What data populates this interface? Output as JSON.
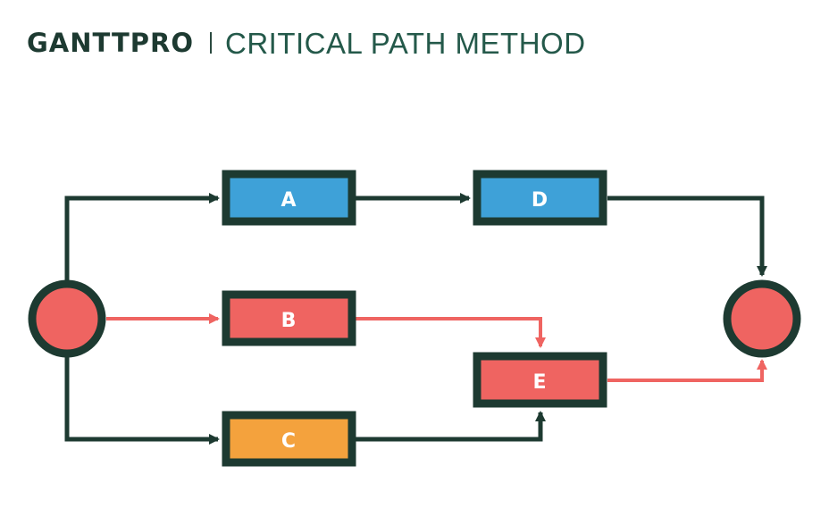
{
  "header": {
    "brand": "GANTTPRO",
    "title": "CRITICAL PATH METHOD"
  },
  "diagram": {
    "nodes": [
      {
        "id": "A",
        "label": "A",
        "color": "#3ea1d8"
      },
      {
        "id": "B",
        "label": "B",
        "color": "#ef6461"
      },
      {
        "id": "C",
        "label": "C",
        "color": "#f4a23d"
      },
      {
        "id": "D",
        "label": "D",
        "color": "#3ea1d8"
      },
      {
        "id": "E",
        "label": "E",
        "color": "#ef6461"
      }
    ],
    "events": [
      {
        "id": "start",
        "color": "#ef6461"
      },
      {
        "id": "end",
        "color": "#ef6461"
      }
    ],
    "edges": [
      {
        "from": "start",
        "to": "A",
        "critical": false
      },
      {
        "from": "start",
        "to": "B",
        "critical": true
      },
      {
        "from": "start",
        "to": "C",
        "critical": false
      },
      {
        "from": "A",
        "to": "D",
        "critical": false
      },
      {
        "from": "B",
        "to": "E",
        "critical": true
      },
      {
        "from": "C",
        "to": "E",
        "critical": false
      },
      {
        "from": "D",
        "to": "end",
        "critical": false
      },
      {
        "from": "E",
        "to": "end",
        "critical": true
      }
    ],
    "colors": {
      "outline": "#1d3a31",
      "critical_path": "#ef6461",
      "normal_path": "#1d3a31"
    }
  }
}
